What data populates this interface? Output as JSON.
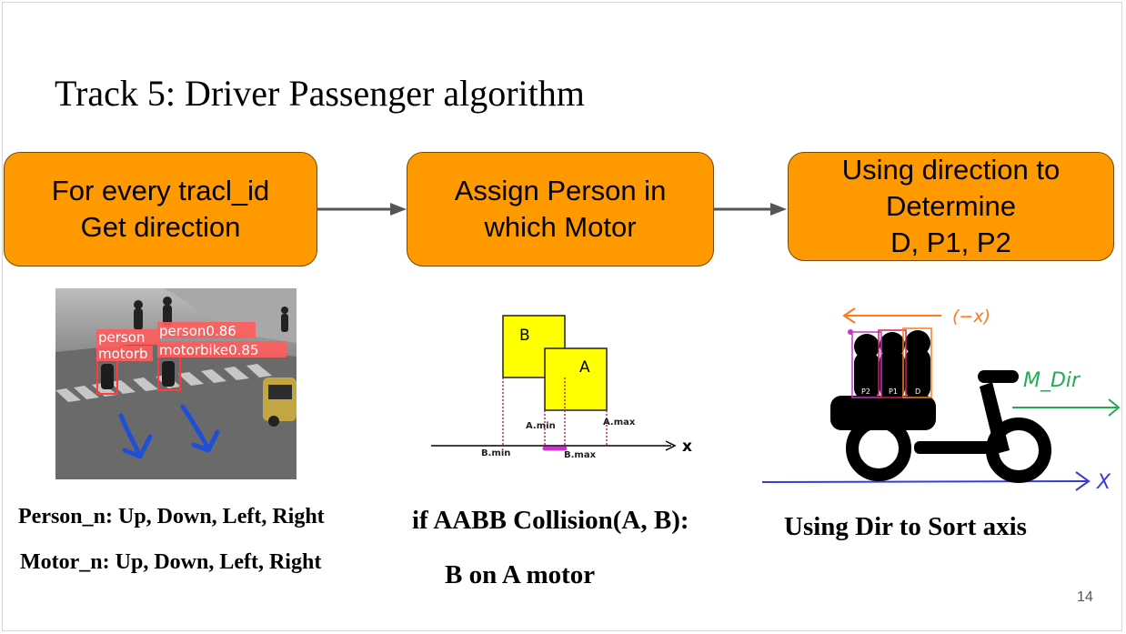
{
  "slide": {
    "title": "Track 5: Driver Passenger algorithm",
    "page_number": "14"
  },
  "flow": {
    "box1": "For every tracl_id\nGet direction",
    "box2": "Assign Person in\nwhich Motor",
    "box3": "Using direction to\nDetermine\nD, P1, P2"
  },
  "photo_panel": {
    "label_person_left": "person",
    "label_motor_left": "motorb",
    "label_person_right": "person0.86",
    "label_motor_right": "motorbike0.85"
  },
  "aabb_diagram": {
    "box_b": "B",
    "box_a": "A",
    "a_min": "A.min",
    "a_max": "A.max",
    "b_min": "B.min",
    "b_max": "B.max",
    "axis": "x"
  },
  "scooter_diagram": {
    "neg_x": "(−x)",
    "m_dir": "M_Dir",
    "axis": "X",
    "p2": "P2",
    "p1": "P1",
    "d": "D"
  },
  "captions": {
    "directions_person": "Person_n: Up, Down, Left, Right",
    "directions_motor": "Motor_n: Up, Down, Left, Right",
    "collision_if": "if AABB Collision(A, B):",
    "collision_result": "B on A motor",
    "sort": "Using Dir to Sort axis"
  },
  "colors": {
    "box_fill": "#ff9900",
    "aabb_fill": "#ffff00",
    "detection_red": "#ff3b3b",
    "direction_blue": "#1f4fd6",
    "overlap_magenta": "#cc33cc",
    "ink_orange": "#ff7a1a",
    "ink_green": "#22aa55",
    "ink_navy": "#3a3ad6"
  }
}
